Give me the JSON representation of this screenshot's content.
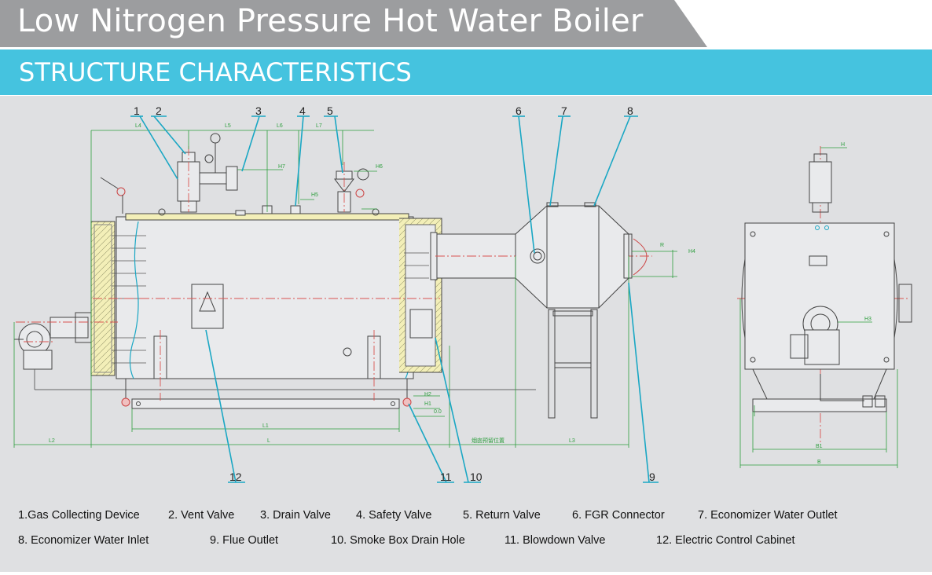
{
  "header": {
    "title": "Low Nitrogen Pressure Hot Water Boiler",
    "subtitle": "STRUCTURE CHARACTERISTICS"
  },
  "colors": {
    "header_gray": "#9c9d9f",
    "subtitle_blue": "#45c3df",
    "drawing_bg": "#dfe0e2",
    "line_red": "#d9534f",
    "line_teal": "#1aa7c4",
    "dim_green": "#2e9e3e",
    "insulation_yellow": "#f3efb8"
  },
  "callouts": [
    "1",
    "2",
    "3",
    "4",
    "5",
    "6",
    "7",
    "8",
    "9",
    "10",
    "11",
    "12"
  ],
  "dimensions": {
    "L": "L",
    "L1": "L1",
    "L2": "L2",
    "L3": "L3",
    "L4": "L4",
    "L5": "L5",
    "L6": "L6",
    "L7": "L7",
    "H": "H",
    "H1": "H1",
    "H2": "H2",
    "H3": "H3",
    "H4": "H4",
    "H5": "H5",
    "H6": "H6",
    "H7": "H7",
    "B": "B",
    "B1": "B1",
    "R": "R",
    "zero": "0.0",
    "chinese_note": "烟囱预留位置"
  },
  "legend": [
    "1.Gas Collecting Device",
    "2. Vent Valve",
    "3. Drain Valve",
    "4. Safety Valve",
    "5. Return Valve",
    "6. FGR Connector",
    "7. Economizer Water Outlet",
    "8. Economizer Water Inlet",
    "9. Flue Outlet",
    "10. Smoke Box Drain Hole",
    "11. Blowdown Valve",
    "12. Electric Control Cabinet"
  ]
}
